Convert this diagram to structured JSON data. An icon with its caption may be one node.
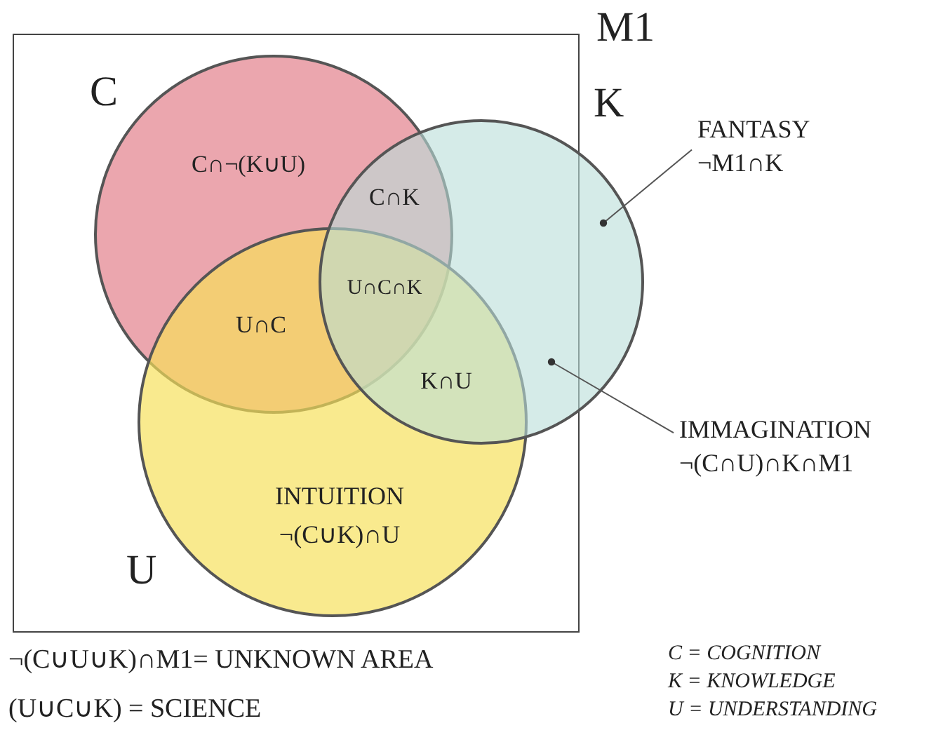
{
  "diagram": {
    "nodes": [
      {
        "text": [
          "M1"
        ]
      },
      {
        "text": [
          "C"
        ],
        "in": 0
      },
      {
        "text": [
          "K"
        ]
      },
      {
        "text": [
          "U"
        ],
        "in": 0
      },
      {
        "text": [
          "FANTASY",
          "¬M1∩K"
        ]
      },
      {
        "text": [
          "IMMAGINATION",
          "¬(C∩U)∩K∩M1"
        ]
      }
    ],
    "edges": [
      {
        "from": 4,
        "to": 2,
        "arrow": "other"
      },
      {
        "from": 5,
        "to": 2,
        "arrow": "other"
      }
    ],
    "labels": [
      "C∩¬(K∪U)",
      "C∩K",
      "U∩C∩K",
      "U∩C",
      "K∩U",
      "INTUITION",
      "¬(C∪K)∩U",
      "¬(C∪U∪K)∩M1= UNKNOWN AREA",
      "C = COGNITION",
      "K = KNOWLEDGE",
      "(U∪C∪K) = SCIENCE",
      "U = UNDERSTANDING"
    ]
  }
}
